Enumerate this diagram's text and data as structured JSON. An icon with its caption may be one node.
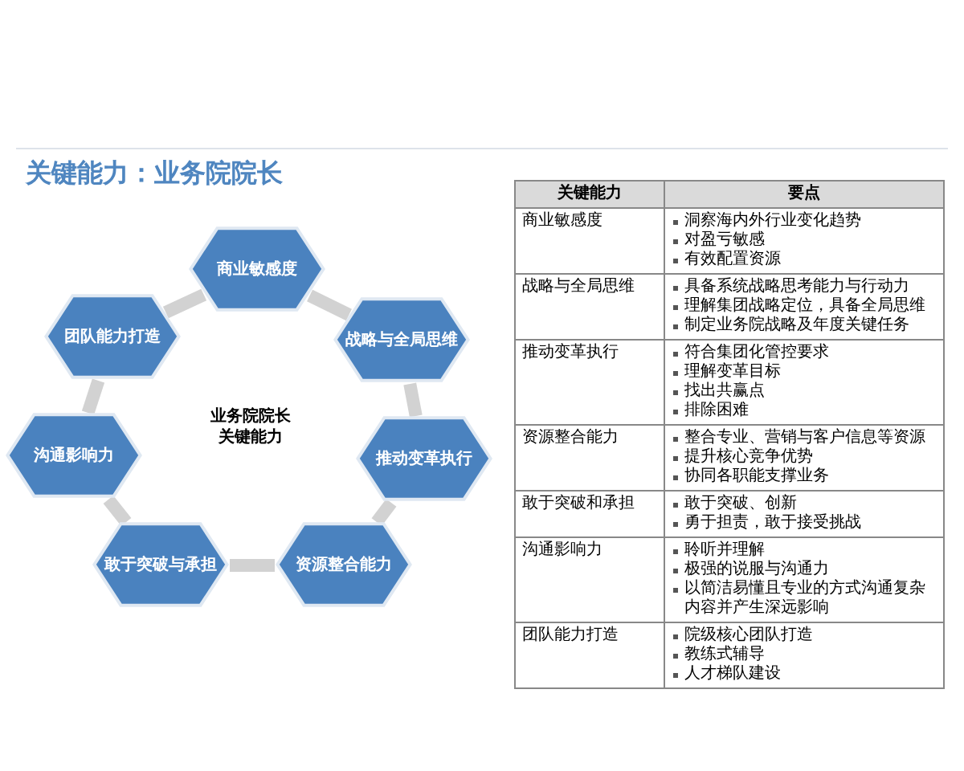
{
  "diagram": {
    "title": "关键能力：业务院院长",
    "nodes": [
      {
        "text": [
          "商业敏感度"
        ]
      },
      {
        "text": [
          "战略与全局思维"
        ]
      },
      {
        "text": [
          "推动变革执行"
        ]
      },
      {
        "text": [
          "资源整合能力"
        ]
      },
      {
        "text": [
          "敢于突破与承担"
        ]
      },
      {
        "text": [
          "沟通影响力"
        ]
      },
      {
        "text": [
          "团队能力打造"
        ]
      }
    ],
    "edges": [
      {
        "from": 0,
        "to": 1,
        "arrow": "none"
      },
      {
        "from": 1,
        "to": 2,
        "arrow": "none"
      },
      {
        "from": 2,
        "to": 3,
        "arrow": "none"
      },
      {
        "from": 3,
        "to": 4,
        "arrow": "none"
      },
      {
        "from": 4,
        "to": 5,
        "arrow": "none"
      },
      {
        "from": 5,
        "to": 6,
        "arrow": "none"
      },
      {
        "from": 6,
        "to": 0,
        "arrow": "none"
      }
    ],
    "labels": [
      "业务院院长关键能力",
      "关键能力",
      "要点",
      "商业敏感度",
      "洞察海内外行业变化趋势",
      "对盈亏敏感",
      "有效配置资源",
      "战略与全局思维",
      "具备系统战略思考能力与行动力",
      "理解集团战略定位，具备全局思维",
      "制定业务院战略及年度关键任务",
      "推动变革执行",
      "符合集团化管控要求",
      "理解变革目标",
      "找出共赢点",
      "排除困难",
      "资源整合能力",
      "整合专业、营销与客户信息等资源",
      "提升核心竞争优势",
      "协同各职能支撑业务",
      "敢于突破和承担",
      "敢于突破、创新",
      "勇于担责，敢于接受挑战",
      "沟通影响力",
      "聆听并理解",
      "极强的说服与沟通力",
      "以简洁易懂且专业的方式沟通复杂内容并产生深远影响",
      "团队能力打造",
      "院级核心团队打造",
      "教练式辅导",
      "人才梯队建设"
    ]
  }
}
